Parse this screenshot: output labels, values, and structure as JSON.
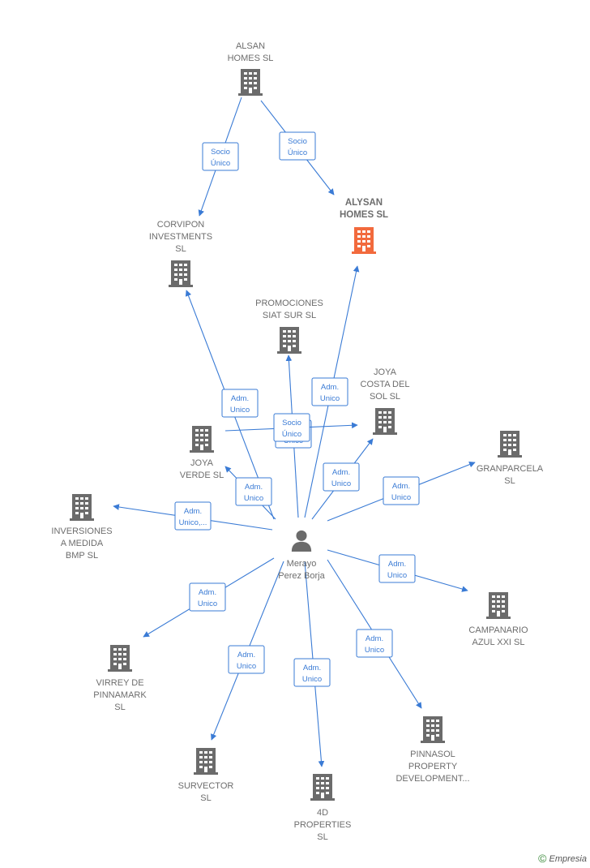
{
  "colors": {
    "edge": "#3a7bd5",
    "building": "#6b6b6b",
    "focus": "#f26a3d",
    "person": "#6b6b6b"
  },
  "nodes": [
    {
      "id": "alsan",
      "type": "company",
      "lines": [
        "ALSAN",
        "HOMES  SL"
      ]
    },
    {
      "id": "alysan",
      "type": "company",
      "focus": true,
      "lines": [
        "ALYSAN",
        "HOMES  SL"
      ]
    },
    {
      "id": "corvipon",
      "type": "company",
      "lines": [
        "CORVIPON",
        "INVESTMENTS",
        "SL"
      ]
    },
    {
      "id": "promociones",
      "type": "company",
      "lines": [
        "PROMOCIONES",
        "SIAT SUR  SL"
      ]
    },
    {
      "id": "joyacosta",
      "type": "company",
      "lines": [
        "JOYA",
        "COSTA DEL",
        "SOL  SL"
      ]
    },
    {
      "id": "joyaverde",
      "type": "company",
      "lines": [
        "JOYA",
        "VERDE  SL"
      ]
    },
    {
      "id": "granparcela",
      "type": "company",
      "lines": [
        "GRANPARCELA",
        "SL"
      ]
    },
    {
      "id": "inversiones",
      "type": "company",
      "lines": [
        "INVERSIONES",
        "A MEDIDA",
        "BMP  SL"
      ]
    },
    {
      "id": "person",
      "type": "person",
      "lines": [
        "Merayo",
        "Perez Borja"
      ]
    },
    {
      "id": "campanario",
      "type": "company",
      "lines": [
        "CAMPANARIO",
        "AZUL XXI  SL"
      ]
    },
    {
      "id": "virrey",
      "type": "company",
      "lines": [
        "VIRREY DE",
        "PINNAMARK",
        "SL"
      ]
    },
    {
      "id": "pinnasol",
      "type": "company",
      "lines": [
        "PINNASOL",
        "PROPERTY",
        "DEVELOPMENT..."
      ]
    },
    {
      "id": "survector",
      "type": "company",
      "lines": [
        "SURVECTOR",
        "SL"
      ]
    },
    {
      "id": "4d",
      "type": "company",
      "lines": [
        "4D",
        "PROPERTIES",
        "SL"
      ]
    }
  ],
  "edges": [
    {
      "from": "alsan",
      "to": "corvipon",
      "label": [
        "Socio",
        "Único"
      ]
    },
    {
      "from": "alsan",
      "to": "alysan",
      "label": [
        "Socio",
        "Único"
      ]
    },
    {
      "from": "person",
      "to": "corvipon",
      "label": [
        "Adm.",
        "Unico"
      ]
    },
    {
      "from": "person",
      "to": "alysan",
      "label": [
        "Adm.",
        "Unico"
      ]
    },
    {
      "from": "person",
      "to": "promociones",
      "label": [
        "Adm.",
        "Unico"
      ]
    },
    {
      "from": "joyaverde",
      "to": "joyacosta",
      "label": [
        "Socio",
        "Único"
      ]
    },
    {
      "from": "person",
      "to": "joyacosta",
      "label": [
        "Adm.",
        "Unico"
      ]
    },
    {
      "from": "person",
      "to": "joyaverde",
      "label": [
        "Adm.",
        "Unico"
      ]
    },
    {
      "from": "person",
      "to": "granparcela",
      "label": [
        "Adm.",
        "Unico"
      ]
    },
    {
      "from": "person",
      "to": "inversiones",
      "label": [
        "Adm.",
        "Unico,..."
      ]
    },
    {
      "from": "person",
      "to": "campanario",
      "label": [
        "Adm.",
        "Unico"
      ]
    },
    {
      "from": "person",
      "to": "virrey",
      "label": [
        "Adm.",
        "Unico"
      ]
    },
    {
      "from": "person",
      "to": "pinnasol",
      "label": [
        "Adm.",
        "Unico"
      ]
    },
    {
      "from": "person",
      "to": "survector",
      "label": [
        "Adm.",
        "Unico"
      ]
    },
    {
      "from": "person",
      "to": "4d",
      "label": [
        "Adm.",
        "Unico"
      ]
    }
  ],
  "footer": {
    "symbol": "©",
    "brand": "Empresia"
  }
}
